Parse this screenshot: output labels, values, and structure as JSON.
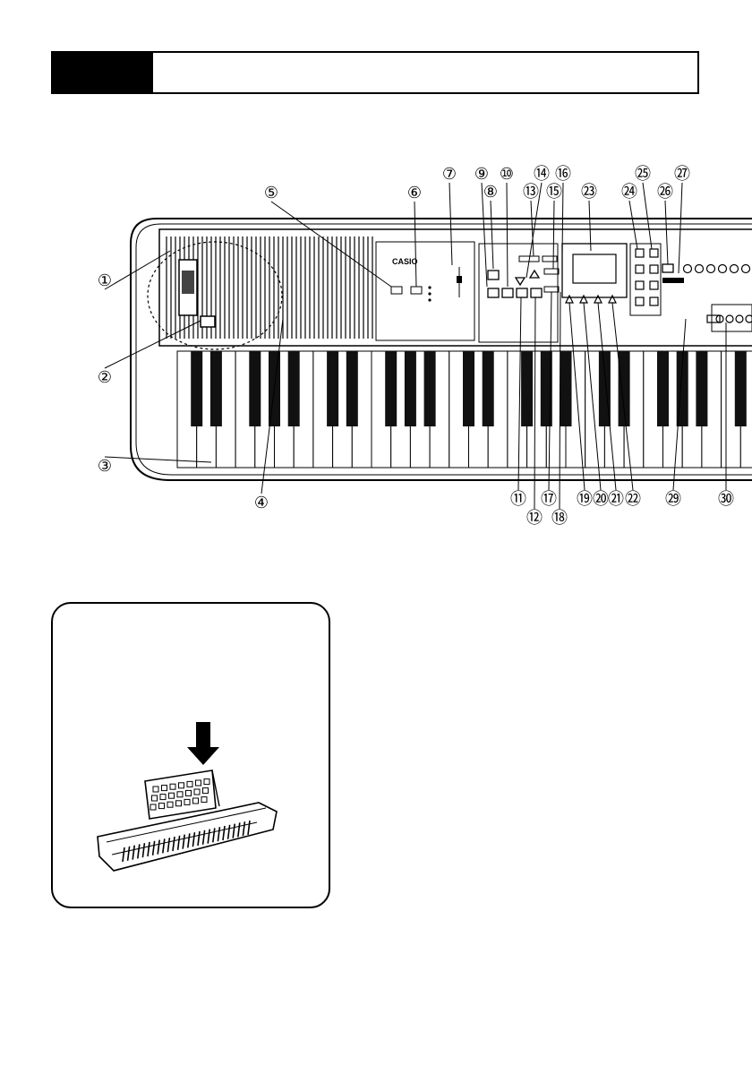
{
  "header": {
    "title": ""
  },
  "keyboard": {
    "brand": "CASIO",
    "callouts": [
      {
        "n": 1,
        "glyph": "①"
      },
      {
        "n": 2,
        "glyph": "②"
      },
      {
        "n": 3,
        "glyph": "③"
      },
      {
        "n": 4,
        "glyph": "④"
      },
      {
        "n": 5,
        "glyph": "⑤"
      },
      {
        "n": 6,
        "glyph": "⑥"
      },
      {
        "n": 7,
        "glyph": "⑦"
      },
      {
        "n": 8,
        "glyph": "⑧"
      },
      {
        "n": 9,
        "glyph": "⑨"
      },
      {
        "n": 10,
        "glyph": "⑩"
      },
      {
        "n": 11,
        "glyph": "⑪"
      },
      {
        "n": 12,
        "glyph": "⑫"
      },
      {
        "n": 13,
        "glyph": "⑬"
      },
      {
        "n": 14,
        "glyph": "⑭"
      },
      {
        "n": 15,
        "glyph": "⑮"
      },
      {
        "n": 16,
        "glyph": "⑯"
      },
      {
        "n": 17,
        "glyph": "⑰"
      },
      {
        "n": 18,
        "glyph": "⑱"
      },
      {
        "n": 19,
        "glyph": "⑲"
      },
      {
        "n": 20,
        "glyph": "⑳"
      },
      {
        "n": 21,
        "glyph": "㉑"
      },
      {
        "n": 22,
        "glyph": "㉒"
      },
      {
        "n": 23,
        "glyph": "㉓"
      },
      {
        "n": 24,
        "glyph": "㉔"
      },
      {
        "n": 25,
        "glyph": "㉕"
      },
      {
        "n": 26,
        "glyph": "㉖"
      },
      {
        "n": 27,
        "glyph": "㉗"
      },
      {
        "n": 29,
        "glyph": "㉙"
      },
      {
        "n": 30,
        "glyph": "㉚"
      }
    ]
  },
  "colors": {
    "ink": "#000000",
    "paper": "#ffffff"
  },
  "icons": {
    "down-arrow": "down-arrow-icon"
  }
}
